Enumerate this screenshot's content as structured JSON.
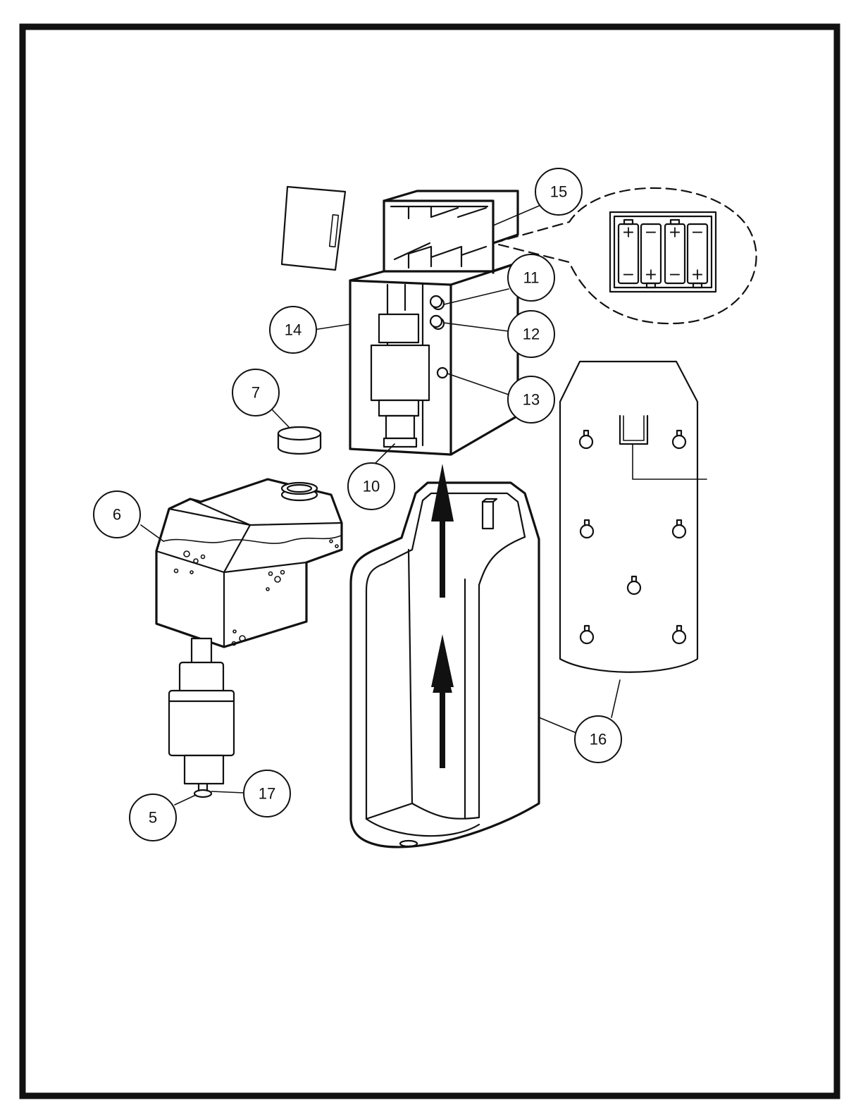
{
  "diagram": {
    "kind": "exploded parts view",
    "callouts": [
      {
        "id": "c15",
        "label": "15"
      },
      {
        "id": "c11",
        "label": "11"
      },
      {
        "id": "c12",
        "label": "12"
      },
      {
        "id": "c13",
        "label": "13"
      },
      {
        "id": "c14",
        "label": "14"
      },
      {
        "id": "c7",
        "label": "7"
      },
      {
        "id": "c10",
        "label": "10"
      },
      {
        "id": "c6",
        "label": "6"
      },
      {
        "id": "c16",
        "label": "16"
      },
      {
        "id": "c17",
        "label": "17"
      },
      {
        "id": "c5",
        "label": "5"
      }
    ],
    "battery_polarity": [
      {
        "top": "+",
        "bottom": "−"
      },
      {
        "top": "−",
        "bottom": "+"
      },
      {
        "top": "+",
        "bottom": "−"
      },
      {
        "top": "−",
        "bottom": "+"
      }
    ],
    "colors": {
      "line": "#111111",
      "background": "#ffffff"
    }
  }
}
